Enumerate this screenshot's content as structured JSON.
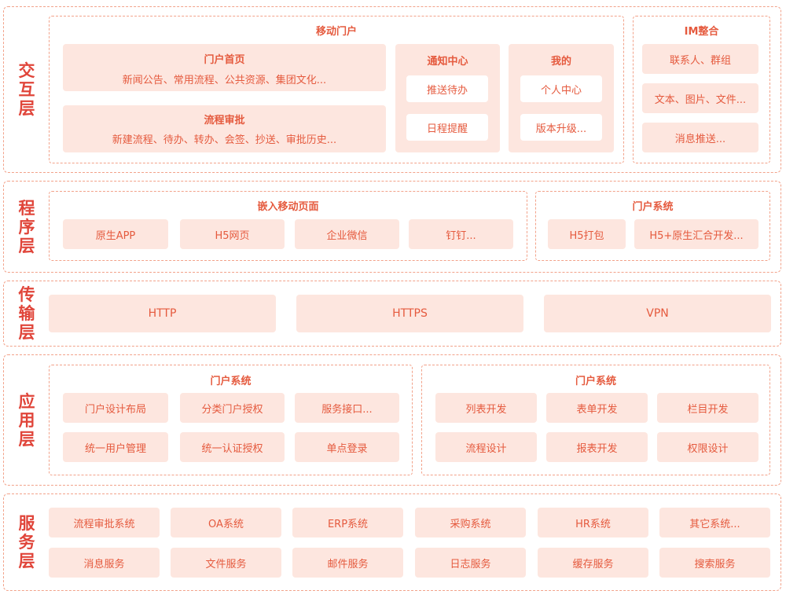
{
  "layers": {
    "interaction": {
      "label": [
        "交",
        "互",
        "层"
      ],
      "mobile_portal": {
        "title": "移动门户",
        "portal_home": {
          "title": "门户首页",
          "desc": "新闻公告、常用流程、公共资源、集团文化..."
        },
        "process_approval": {
          "title": "流程审批",
          "desc": "新建流程、待办、转办、会签、抄送、审批历史..."
        },
        "notification_center": {
          "title": "通知中心",
          "items": [
            "推送待办",
            "日程提醒"
          ]
        },
        "mine": {
          "title": "我的",
          "items": [
            "个人中心",
            "版本升级..."
          ]
        }
      },
      "im": {
        "title": "IM整合",
        "items": [
          "联系人、群组",
          "文本、图片、文件...",
          "消息推送..."
        ]
      }
    },
    "program": {
      "label": [
        "程",
        "序",
        "层"
      ],
      "embedded_mobile": {
        "title": "嵌入移动页面",
        "items": [
          "原生APP",
          "H5网页",
          "企业微信",
          "钉钉..."
        ]
      },
      "portal_system": {
        "title": "门户系统",
        "items": [
          "H5打包",
          "H5+原生汇合开发..."
        ]
      }
    },
    "transport": {
      "label": [
        "传",
        "输",
        "层"
      ],
      "items": [
        "HTTP",
        "HTTPS",
        "VPN"
      ]
    },
    "application": {
      "label": [
        "应",
        "用",
        "层"
      ],
      "left_group": {
        "title": "门户系统",
        "items": [
          "门户设计布局",
          "分类门户授权",
          "服务接口...",
          "统一用户管理",
          "统一认证授权",
          "单点登录"
        ]
      },
      "right_group": {
        "title": "门户系统",
        "items": [
          "列表开发",
          "表单开发",
          "栏目开发",
          "流程设计",
          "报表开发",
          "权限设计"
        ]
      }
    },
    "service": {
      "label": [
        "服",
        "务",
        "层"
      ],
      "row1": [
        "流程审批系统",
        "OA系统",
        "ERP系统",
        "采购系统",
        "HR系统",
        "其它系统..."
      ],
      "row2": [
        "消息服务",
        "文件服务",
        "邮件服务",
        "日志服务",
        "缓存服务",
        "搜索服务"
      ]
    }
  },
  "colors": {
    "accent": "#e55a3e",
    "label": "#e0453a",
    "box_fill": "#fde6df",
    "dash": "#f2a28a"
  }
}
